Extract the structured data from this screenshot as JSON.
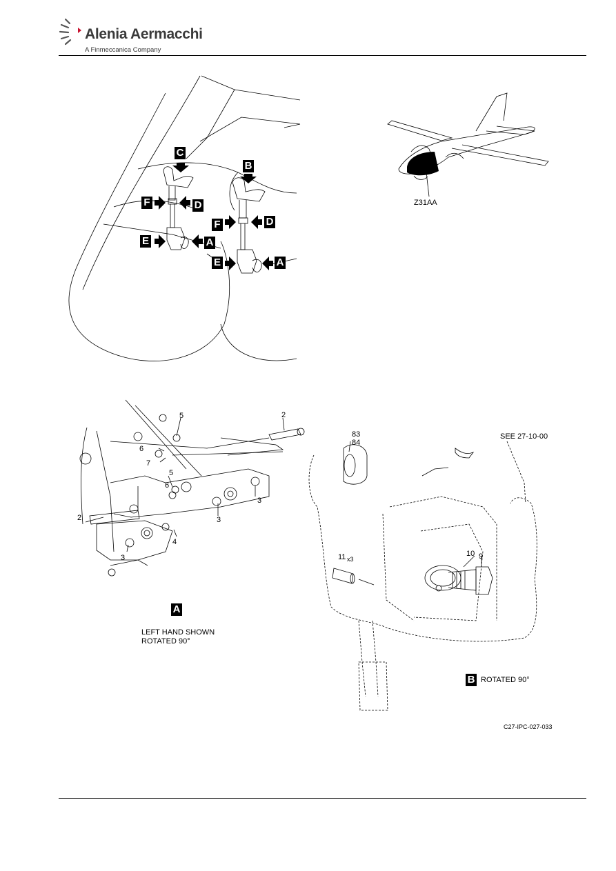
{
  "header": {
    "company_name": "Alenia Aermacchi",
    "company_subtitle": "A Finmeccanica Company"
  },
  "top_views": {
    "zone_label": "Z31AA",
    "view_letters": [
      "C",
      "B",
      "F",
      "D",
      "F",
      "D",
      "E",
      "A",
      "E",
      "A"
    ]
  },
  "detail_a": {
    "item_labels": [
      "5",
      "2",
      "6",
      "7",
      "5",
      "6",
      "3",
      "2",
      "3",
      "4",
      "3"
    ],
    "view_letter": "A",
    "caption_line1": "LEFT HAND SHOWN",
    "caption_line2": "ROTATED 90°"
  },
  "detail_b": {
    "item_83": "83",
    "item_84": "84",
    "see_ref": "SEE 27-10-00",
    "item_11": "11",
    "item_11_qty": "x3",
    "item_10": "10",
    "item_9": "9",
    "view_letter": "B",
    "caption": "ROTATED 90°",
    "figure_ref": "C27-IPC-027-033"
  }
}
